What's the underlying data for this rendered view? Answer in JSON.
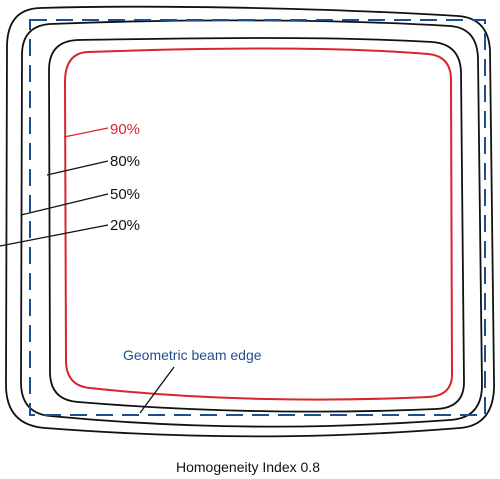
{
  "colors": {
    "isodose_90": "#d8262f",
    "isodose_other": "#111111",
    "beam_edge": "#1f4e8c",
    "caption": "#111111"
  },
  "isodose_labels": {
    "p90": "90%",
    "p80": "80%",
    "p50": "50%",
    "p20": "20%"
  },
  "beam_edge_label": "Geometric beam edge",
  "caption": "Homogeneity Index 0.8"
}
